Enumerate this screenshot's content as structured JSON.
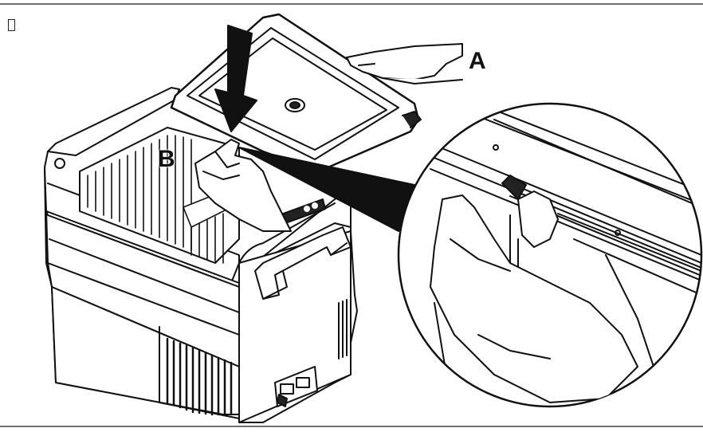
{
  "page": {
    "glyph": "",
    "label_a": "A",
    "label_b": "B"
  },
  "illustration": {
    "subject": "cooler-box-lid-installation",
    "stroke_color": "#111111",
    "fill_color": "#ffffff",
    "shade_color": "#e6e6e6"
  }
}
